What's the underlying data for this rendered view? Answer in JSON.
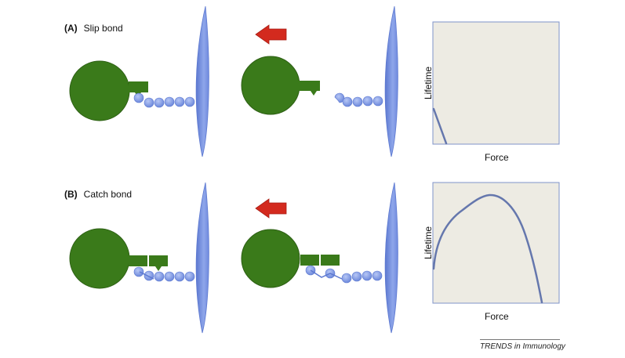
{
  "panels": [
    {
      "letter": "(A)",
      "title": "Slip bond",
      "xlabel": "Force",
      "ylabel": "Lifetime"
    },
    {
      "letter": "(B)",
      "title": "Catch bond",
      "xlabel": "Force",
      "ylabel": "Lifetime"
    }
  ],
  "footer": "TRENDS in Immunology",
  "colors": {
    "cell": "#3a7a1a",
    "receptor": "#3a7a1a",
    "bead": "#7b97e3",
    "surface": "#7b97e3",
    "arrow": "#d32a1e",
    "plot_bg": "#edebe3",
    "curve": "#6577ad"
  }
}
